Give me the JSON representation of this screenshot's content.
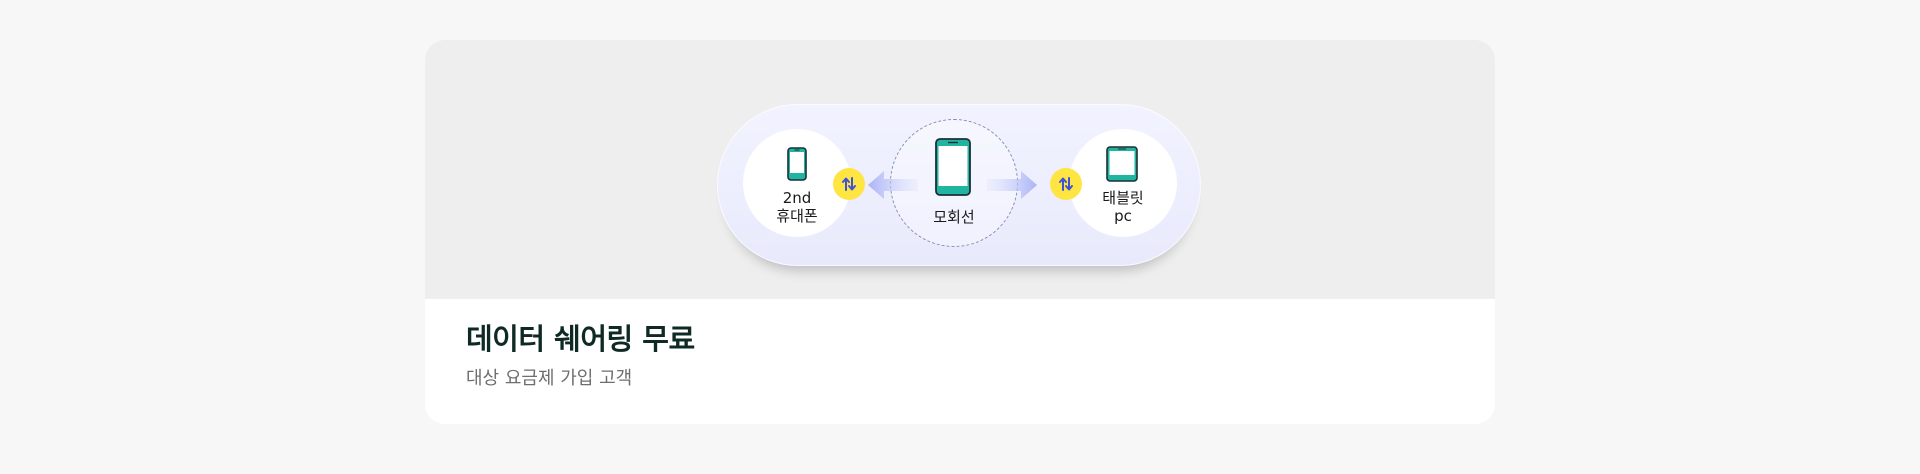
{
  "feature_card": {
    "title": "데이터 쉐어링 무료",
    "subtitle": "대상 요금제 가입 고객",
    "diagram": {
      "left_device": {
        "line1": "2nd",
        "line2": "휴대폰",
        "icon": "smartphone-icon"
      },
      "center_device": {
        "label": "모회선",
        "icon": "smartphone-icon"
      },
      "right_device": {
        "line1": "태블릿",
        "line2": "pc",
        "icon": "tablet-icon"
      },
      "sync_icon": "up-down-arrows-icon",
      "colors": {
        "device_teal": "#1fb5a0",
        "device_outline": "#1d2f36",
        "badge_yellow": "#ffe542",
        "arrow_blue": "#3f51d8",
        "pill_bg": "#eceefd"
      }
    }
  }
}
